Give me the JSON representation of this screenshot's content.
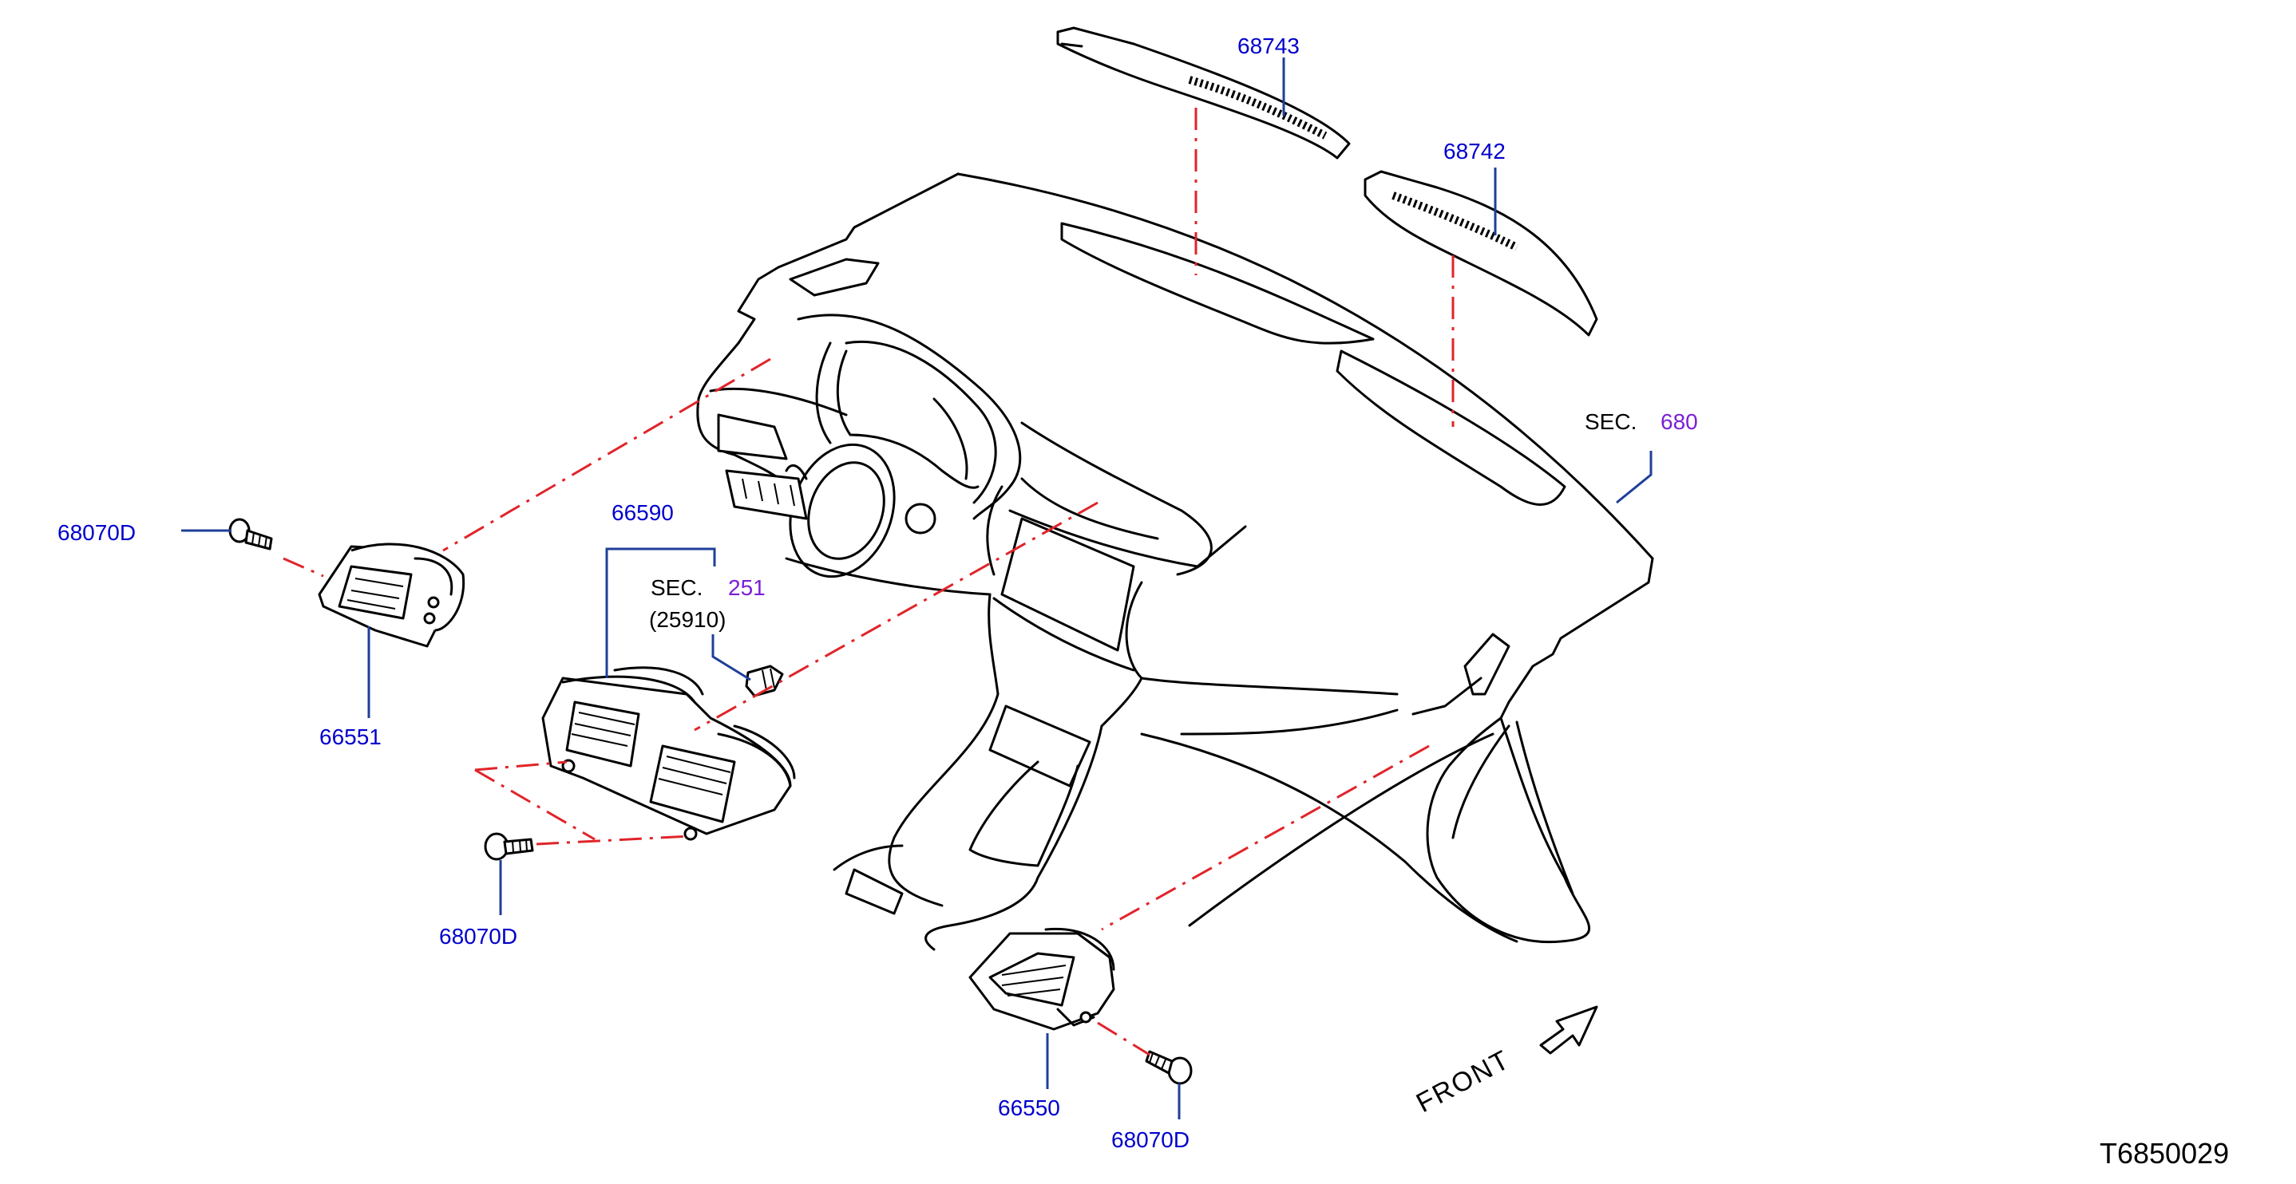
{
  "colors": {
    "part_number": "#0000cc",
    "section_number": "#7a1fd6",
    "section_label": "#000000",
    "leader_line": "#1f3f99",
    "alignment_line": "#e0242a",
    "outline": "#000000",
    "background": "#ffffff"
  },
  "labels": {
    "p68743": "68743",
    "p68742": "68742",
    "sec680_prefix": "SEC.",
    "sec680_num": "680",
    "p66590": "66590",
    "sec251_prefix": "SEC.",
    "sec251_num": "251",
    "sec251_sub": "(25910)",
    "p68070D_left": "68070D",
    "p66551": "66551",
    "p68070D_center": "68070D",
    "p66550": "66550",
    "p68070D_right": "68070D",
    "front": "FRONT",
    "figure_id": "T6850029"
  }
}
